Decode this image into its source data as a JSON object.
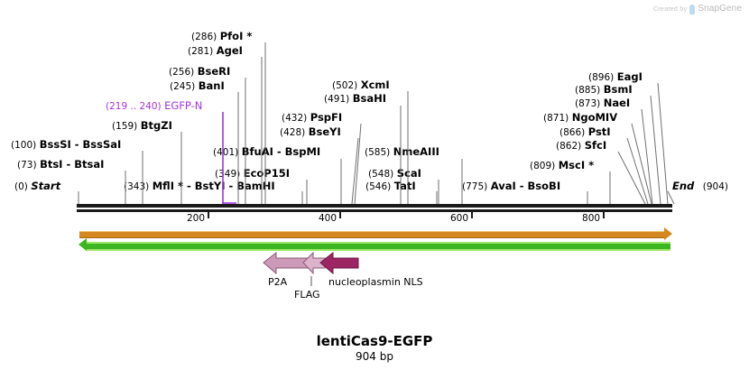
{
  "watermark": {
    "prefix": "Created by",
    "brand": "SnapGene",
    "logo_icon": "snapgene-logo-icon"
  },
  "plasmid": {
    "name": "lentiCas9-EGFP",
    "length_label": "904 bp",
    "length_bp": 904,
    "start_label": "Start",
    "start_pos": "(0)",
    "end_label": "End",
    "end_pos": "(904)"
  },
  "ruler": {
    "ticks": [
      200,
      400,
      600,
      800
    ],
    "tick_labels": [
      "200",
      "400",
      "600",
      "800"
    ],
    "axis_start_bp": 0,
    "axis_end_bp": 904
  },
  "sites": [
    {
      "pos": "(0)",
      "bp": 0,
      "name": "Start",
      "kind": "terminus",
      "row": 0,
      "side": "left"
    },
    {
      "pos": "(73)",
      "bp": 73,
      "name": "BtsI - BtsaI",
      "row": 1,
      "side": "left"
    },
    {
      "pos": "(100)",
      "bp": 100,
      "name": "BssSI - BssSaI",
      "row": 2,
      "side": "left"
    },
    {
      "pos": "(159)",
      "bp": 159,
      "name": "BtgZI",
      "row": 3,
      "side": "left"
    },
    {
      "pos": "(219 .. 240)",
      "bp": 230,
      "name": "EGFP-N",
      "row": 4,
      "side": "left",
      "kind": "feature"
    },
    {
      "pos": "(245)",
      "bp": 245,
      "name": "BanI",
      "row": 5,
      "side": "left"
    },
    {
      "pos": "(256)",
      "bp": 256,
      "name": "BseRI",
      "row": 6,
      "side": "left"
    },
    {
      "pos": "(281)",
      "bp": 281,
      "name": "AgeI",
      "row": 7,
      "side": "left"
    },
    {
      "pos": "(286)",
      "bp": 286,
      "name": "PfoI *",
      "row": 8,
      "side": "left"
    },
    {
      "pos": "(343)",
      "bp": 343,
      "name": "MflI * - BstYI - BamHI",
      "row": 0,
      "side": "mid"
    },
    {
      "pos": "(349)",
      "bp": 349,
      "name": "EcoP15I",
      "row": 1,
      "side": "mid"
    },
    {
      "pos": "(401)",
      "bp": 401,
      "name": "BfuAI - BspMI",
      "row": 2,
      "side": "mid"
    },
    {
      "pos": "(428)",
      "bp": 428,
      "name": "BseYI",
      "row": 3,
      "side": "mid"
    },
    {
      "pos": "(432)",
      "bp": 432,
      "name": "PspFI",
      "row": 4,
      "side": "mid"
    },
    {
      "pos": "(546)",
      "bp": 546,
      "name": "TatI",
      "row": 0,
      "side": "mid2"
    },
    {
      "pos": "(548)",
      "bp": 548,
      "name": "ScaI",
      "row": 1,
      "side": "mid2"
    },
    {
      "pos": "(585)",
      "bp": 585,
      "name": "NmeAIII",
      "row": 2,
      "side": "mid2"
    },
    {
      "pos": "(491)",
      "bp": 491,
      "name": "BsaHI",
      "row": 3,
      "side": "mid2"
    },
    {
      "pos": "(502)",
      "bp": 502,
      "name": "XcmI",
      "row": 4,
      "side": "mid2"
    },
    {
      "pos": "(775)",
      "bp": 775,
      "name": "AvaI - BsoBI",
      "row": 0,
      "side": "right"
    },
    {
      "pos": "(809)",
      "bp": 809,
      "name": "MscI *",
      "row": 1,
      "side": "right"
    },
    {
      "pos": "(862)",
      "bp": 862,
      "name": "SfcI",
      "row": 2,
      "side": "right"
    },
    {
      "pos": "(866)",
      "bp": 866,
      "name": "PstI",
      "row": 3,
      "side": "right"
    },
    {
      "pos": "(871)",
      "bp": 871,
      "name": "NgoMIV",
      "row": 4,
      "side": "right"
    },
    {
      "pos": "(873)",
      "bp": 873,
      "name": "NaeI",
      "row": 5,
      "side": "right"
    },
    {
      "pos": "(885)",
      "bp": 885,
      "name": "BsmI",
      "row": 6,
      "side": "right"
    },
    {
      "pos": "(896)",
      "bp": 896,
      "name": "EagI",
      "row": 7,
      "side": "right"
    },
    {
      "pos": "(904)",
      "bp": 904,
      "name": "End",
      "kind": "terminus",
      "row": 0,
      "side": "end"
    }
  ],
  "label_rows": {
    "r0": {
      "pos": "(0)",
      "name": "Start"
    },
    "r1": {
      "pos": "(73)",
      "name": "BtsI - BtsaI"
    },
    "r2": {
      "pos": "(100)",
      "name": "BssSI - BssSaI"
    },
    "r3": {
      "pos": "(159)",
      "name": "BtgZI"
    },
    "r4": {
      "pos": "(219 .. 240)",
      "name": "EGFP-N"
    },
    "r5": {
      "pos": "(245)",
      "name": "BanI"
    },
    "r6": {
      "pos": "(256)",
      "name": "BseRI"
    },
    "r7": {
      "pos": "(281)",
      "name": "AgeI"
    },
    "r8": {
      "pos": "(286)",
      "name": "PfoI *"
    },
    "m0": {
      "pos": "(343)",
      "name": "MflI * - BstYI - BamHI"
    },
    "m1": {
      "pos": "(349)",
      "name": "EcoP15I"
    },
    "m2": {
      "pos": "(401)",
      "name": "BfuAI - BspMI"
    },
    "m3": {
      "pos": "(428)",
      "name": "BseYI"
    },
    "m4": {
      "pos": "(432)",
      "name": "PspFI"
    },
    "n0": {
      "pos": "(546)",
      "name": "TatI"
    },
    "n1": {
      "pos": "(548)",
      "name": "ScaI"
    },
    "n2": {
      "pos": "(585)",
      "name": "NmeAIII"
    },
    "n3": {
      "pos": "(491)",
      "name": "BsaHI"
    },
    "n4": {
      "pos": "(502)",
      "name": "XcmI"
    },
    "p0": {
      "pos": "(775)",
      "name": "AvaI - BsoBI"
    },
    "p1": {
      "pos": "(809)",
      "name": "MscI *"
    },
    "p2": {
      "pos": "(862)",
      "name": "SfcI"
    },
    "p3": {
      "pos": "(866)",
      "name": "PstI"
    },
    "p4": {
      "pos": "(871)",
      "name": "NgoMIV"
    },
    "p5": {
      "pos": "(873)",
      "name": "NaeI"
    },
    "p6": {
      "pos": "(885)",
      "name": "BsmI"
    },
    "p7": {
      "pos": "(896)",
      "name": "EagI"
    },
    "end": {
      "pos": "(904)",
      "name": "End"
    }
  },
  "features": [
    {
      "label": "P2A",
      "color": "#cc9ab8",
      "direction": "left"
    },
    {
      "label": "FLAG",
      "color": "#ddb3cc",
      "direction": "left"
    },
    {
      "label": "nucleoplasmin NLS",
      "color": "#9c2663",
      "direction": "left"
    }
  ],
  "feature_labels": {
    "p2a": "P2A",
    "flag": "FLAG",
    "nls": "nucleoplasmin NLS"
  },
  "tracks": {
    "orange": {
      "name": "orange-forward-track",
      "color": "#d4881f",
      "direction": "right"
    },
    "green": {
      "name": "green-reverse-track",
      "color": "#3cb521",
      "direction": "left"
    }
  },
  "colors": {
    "backbone": "#1a1a1a",
    "leader": "#6f6f6f",
    "feature_purple": "#a435d9",
    "orange": "#d4881f",
    "green": "#3cb521",
    "watermark": "#c7c7c7"
  }
}
